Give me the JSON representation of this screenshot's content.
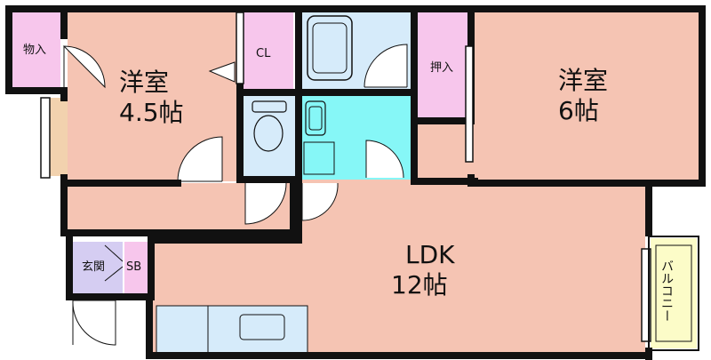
{
  "colors": {
    "wall": "#111111",
    "room_pink": "#f5c4b3",
    "storage_pink": "#f7c6ec",
    "bath_blue": "#d6ebfa",
    "wash_cyan": "#86f7f7",
    "entry_purple": "#d5cdf2",
    "balcony_yellow": "#fcfcc8",
    "wood": "#f2d2ae"
  },
  "rooms": {
    "western_room_left": {
      "name": "洋室",
      "size": "4.5帖"
    },
    "western_room_right": {
      "name": "洋室",
      "size": "6帖"
    },
    "ldk": {
      "name": "LDK",
      "size": "12帖"
    }
  },
  "labels": {
    "storage_left": "物入",
    "closet": "CL",
    "closet_right": "押入",
    "entrance": "玄関",
    "shoe_box": "SB",
    "balcony": "バルコニー"
  }
}
